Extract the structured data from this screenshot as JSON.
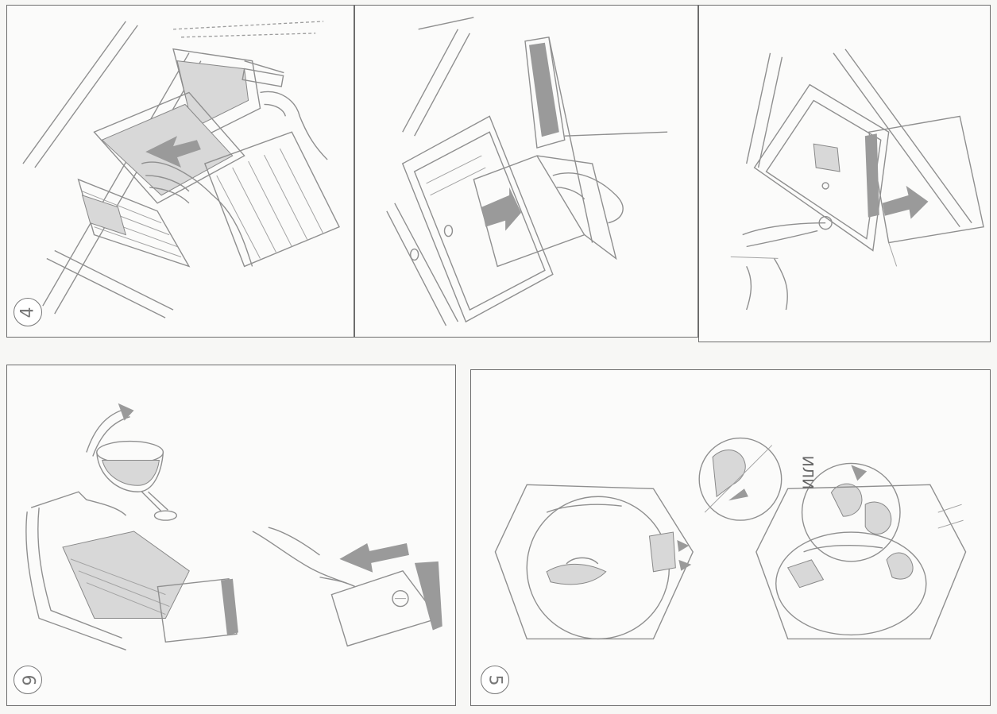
{
  "steps": {
    "step4": "4",
    "step6": "6",
    "step5": "5"
  },
  "panel5": {
    "or_label": "ИЛИ"
  },
  "colors": {
    "line": "#8f8f8f",
    "border": "#6d6d6d",
    "arrow_fill": "#9a9a9a"
  }
}
